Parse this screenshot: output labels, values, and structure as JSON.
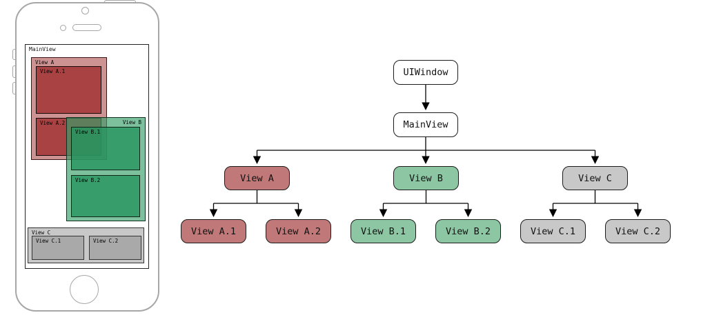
{
  "colors": {
    "red_container": "#c17878",
    "red_solid": "#a94343",
    "green_container": "#8cc6a2",
    "green_solid": "#3da371",
    "gray_container": "#c8c8c8",
    "gray_solid": "#a9a9a9",
    "phone_outline": "#a6a6a6",
    "line": "#000000"
  },
  "phone": {
    "screen_label": "MainView",
    "views": [
      {
        "label": "View A",
        "color": "red",
        "children": [
          {
            "label": "View A.1"
          },
          {
            "label": "View A.2"
          }
        ]
      },
      {
        "label": "View B",
        "color": "green",
        "children": [
          {
            "label": "View B.1"
          },
          {
            "label": "View B.2"
          }
        ]
      },
      {
        "label": "View C",
        "color": "gray",
        "children": [
          {
            "label": "View C.1"
          },
          {
            "label": "View C.2"
          }
        ]
      }
    ]
  },
  "tree": {
    "root_label": "UIWindow",
    "main_label": "MainView",
    "branches": [
      {
        "label": "View A",
        "color": "red",
        "children": [
          "View A.1",
          "View A.2"
        ]
      },
      {
        "label": "View B",
        "color": "green",
        "children": [
          "View B.1",
          "View B.2"
        ]
      },
      {
        "label": "View C",
        "color": "gray",
        "children": [
          "View C.1",
          "View C.2"
        ]
      }
    ]
  }
}
